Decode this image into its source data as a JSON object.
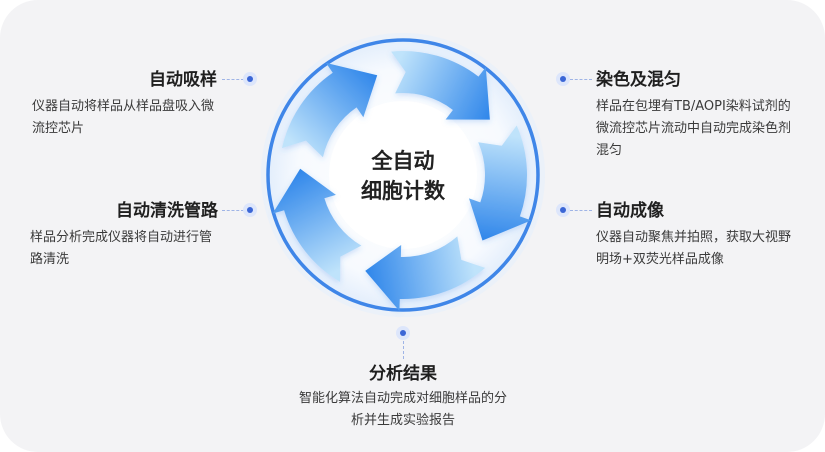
{
  "diagram": {
    "center": {
      "line1": "全自动",
      "line2": "细胞计数"
    },
    "steps": [
      {
        "title": "自动吸样",
        "desc": "仪器自动将样品从样品盘吸入微流控芯片"
      },
      {
        "title": "染色及混匀",
        "desc": "样品在包埋有TB/AOPI染料试剂的微流控芯片流动中自动完成染色剂混匀"
      },
      {
        "title": "自动成像",
        "desc": "仪器自动聚焦并拍照，获取大视野明场+双荧光样品成像"
      },
      {
        "title": "分析结果",
        "desc": "智能化算法自动完成对细胞样品的分析并生成实验报告"
      },
      {
        "title": "自动清洗管路",
        "desc": "样品分析完成仪器将自动进行管路清洗"
      }
    ]
  },
  "colors": {
    "background": "#f3f3f5",
    "arrow_dark": "#2f86ea",
    "arrow_light": "#bfe3fb",
    "ring": "#3f86e8",
    "dot": "#3b66d6"
  }
}
